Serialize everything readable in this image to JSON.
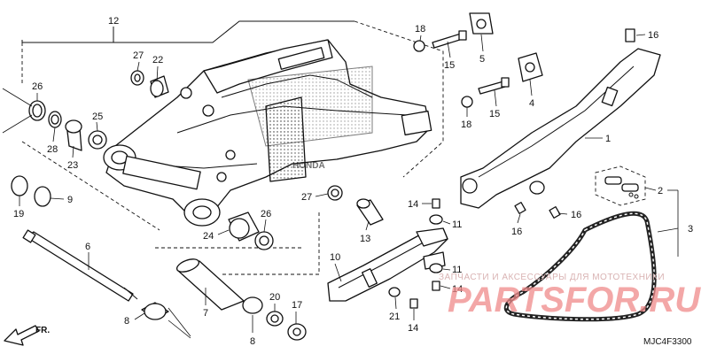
{
  "callouts": [
    {
      "id": "c12",
      "text": "12"
    },
    {
      "id": "c27a",
      "text": "27"
    },
    {
      "id": "c22",
      "text": "22"
    },
    {
      "id": "c26a",
      "text": "26"
    },
    {
      "id": "c28",
      "text": "28"
    },
    {
      "id": "c23",
      "text": "23"
    },
    {
      "id": "c25",
      "text": "25"
    },
    {
      "id": "c19",
      "text": "19"
    },
    {
      "id": "c9",
      "text": "9"
    },
    {
      "id": "c6",
      "text": "6"
    },
    {
      "id": "c8a",
      "text": "8"
    },
    {
      "id": "c7",
      "text": "7"
    },
    {
      "id": "c20",
      "text": "20"
    },
    {
      "id": "c17",
      "text": "17"
    },
    {
      "id": "c8b",
      "text": "8"
    },
    {
      "id": "c24",
      "text": "24"
    },
    {
      "id": "c26b",
      "text": "26"
    },
    {
      "id": "c27b",
      "text": "27"
    },
    {
      "id": "c13",
      "text": "13"
    },
    {
      "id": "c18a",
      "text": "18"
    },
    {
      "id": "c15a",
      "text": "15"
    },
    {
      "id": "c5",
      "text": "5"
    },
    {
      "id": "c4",
      "text": "4"
    },
    {
      "id": "c15b",
      "text": "15"
    },
    {
      "id": "c18b",
      "text": "18"
    },
    {
      "id": "c16a",
      "text": "16"
    },
    {
      "id": "c1",
      "text": "1"
    },
    {
      "id": "c2",
      "text": "2"
    },
    {
      "id": "c3",
      "text": "3"
    },
    {
      "id": "c16b",
      "text": "16"
    },
    {
      "id": "c16c",
      "text": "16"
    },
    {
      "id": "c14a",
      "text": "14"
    },
    {
      "id": "c11a",
      "text": "11"
    },
    {
      "id": "c10",
      "text": "10"
    },
    {
      "id": "c11b",
      "text": "11"
    },
    {
      "id": "c14b",
      "text": "14"
    },
    {
      "id": "c21",
      "text": "21"
    },
    {
      "id": "c14c",
      "text": "14"
    }
  ],
  "direction_label": "FR.",
  "diagram_code": "MJC4F3300",
  "brand_stamp": "HONDA",
  "watermark": {
    "tagline": "ЗАПЧАСТИ И АКСЕССУАРЫ ДЛЯ МОТОТЕХНИКИ",
    "logo": "PARTSFOR.RU"
  },
  "colors": {
    "line": "#111111",
    "background": "#ffffff",
    "watermark_red": "#ef8a8a"
  }
}
